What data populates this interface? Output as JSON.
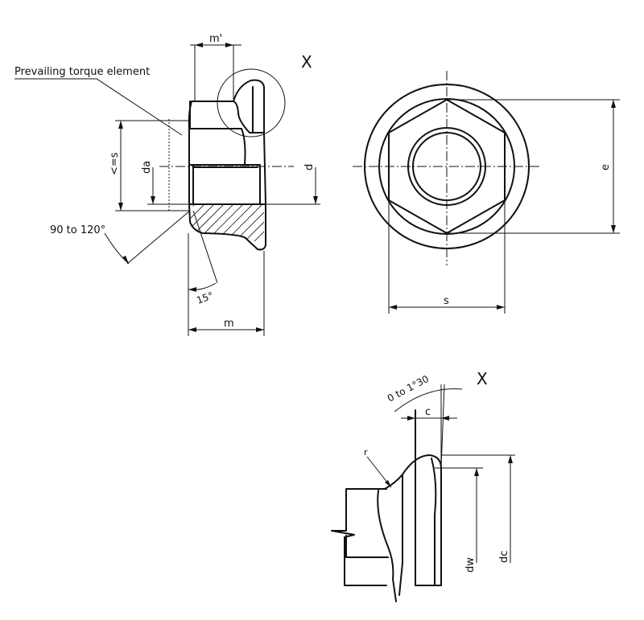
{
  "labels": {
    "prevailing_torque": "Prevailing torque element",
    "angle_chamfer": "90 to 120°",
    "angle_15": "15°",
    "angle_flange": "0 to 1°30",
    "detail_mark_top": "X",
    "detail_mark_bottom": "X"
  },
  "dimensions": {
    "m_prime": "m'",
    "s_le": "<=s",
    "da": "da",
    "d": "d",
    "m": "m",
    "e": "e",
    "s": "s",
    "c": "c",
    "r": "r",
    "dw": "dw",
    "dc": "dc"
  }
}
